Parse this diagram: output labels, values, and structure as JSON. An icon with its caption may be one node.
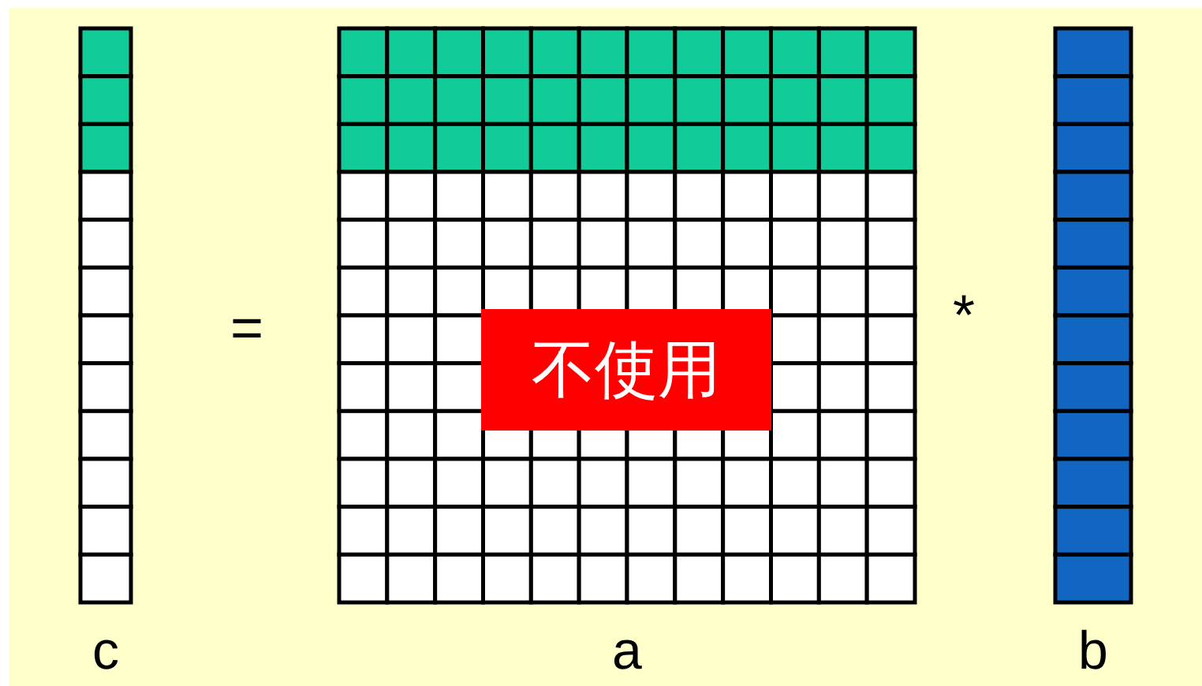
{
  "diagram": {
    "nodes": [
      {
        "text": [
          "c"
        ]
      },
      {
        "text": [
          "a"
        ]
      },
      {
        "text": [
          "不使用"
        ],
        "in": 1
      },
      {
        "text": [
          "b"
        ]
      }
    ],
    "labels": [
      "=",
      "*"
    ]
  }
}
